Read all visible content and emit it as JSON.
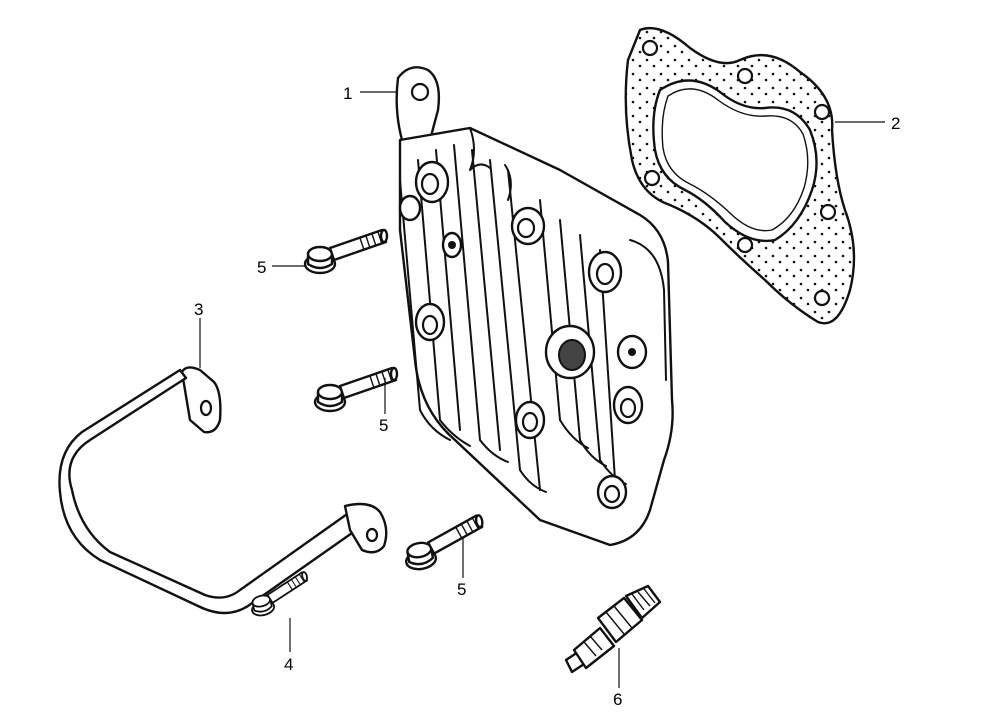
{
  "callouts": [
    {
      "id": "1",
      "part": "cylinder-head"
    },
    {
      "id": "2",
      "part": "head-gasket"
    },
    {
      "id": "3",
      "part": "lifting-bracket"
    },
    {
      "id": "4",
      "part": "flange-bolt"
    },
    {
      "id": "5a",
      "label": "5",
      "part": "flange-bolt"
    },
    {
      "id": "5b",
      "label": "5",
      "part": "flange-bolt"
    },
    {
      "id": "5c",
      "label": "5",
      "part": "flange-bolt"
    },
    {
      "id": "6",
      "part": "spark-plug"
    }
  ],
  "labels": {
    "c1": "1",
    "c2": "2",
    "c3": "3",
    "c4": "4",
    "c5a": "5",
    "c5b": "5",
    "c5c": "5",
    "c6": "6"
  }
}
